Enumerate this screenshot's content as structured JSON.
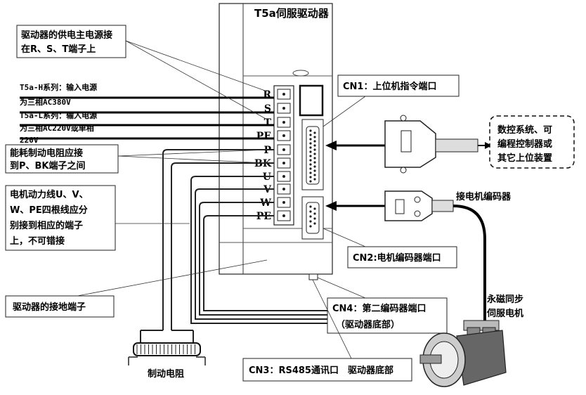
{
  "drive_title": "T5a伺服驱动器",
  "callouts": {
    "power": [
      "驱动器的供电主电源接",
      "在R、S、T端子上"
    ],
    "brake_resistor": [
      "能耗制动电阻应接",
      "到P、BK端子之间"
    ],
    "motor_line": [
      "电机动力线U、V、",
      "W、PE四根线应分",
      "别接到相应的端子",
      "上，不可错接"
    ],
    "ground": "驱动器的接地端子",
    "cn1": "CN1：上位机指令端口",
    "cn2": "CN2:电机编码器端口",
    "cn4": [
      "CN4：第二编码器端口",
      "（驱动器底部）"
    ],
    "cn3": "CN3：RS485通讯口　驱动器底部"
  },
  "input_notes": {
    "h_series": [
      "T5a-H系列：输入电源",
      "为三相AC380V"
    ],
    "l_series": [
      "T5a-L系列：输入电源",
      "为三相AC220V或单相",
      "220V"
    ]
  },
  "terminals": [
    "R",
    "S",
    "T",
    "PE",
    "P",
    "BK",
    "U",
    "V",
    "W",
    "PE"
  ],
  "controller": [
    "数控系统、可",
    "编程控制器或",
    "其它上位装置"
  ],
  "encoder_label": "接电机编码器",
  "motor_label": [
    "永磁同步",
    "伺服电机"
  ],
  "resistor_label": "制动电阻"
}
